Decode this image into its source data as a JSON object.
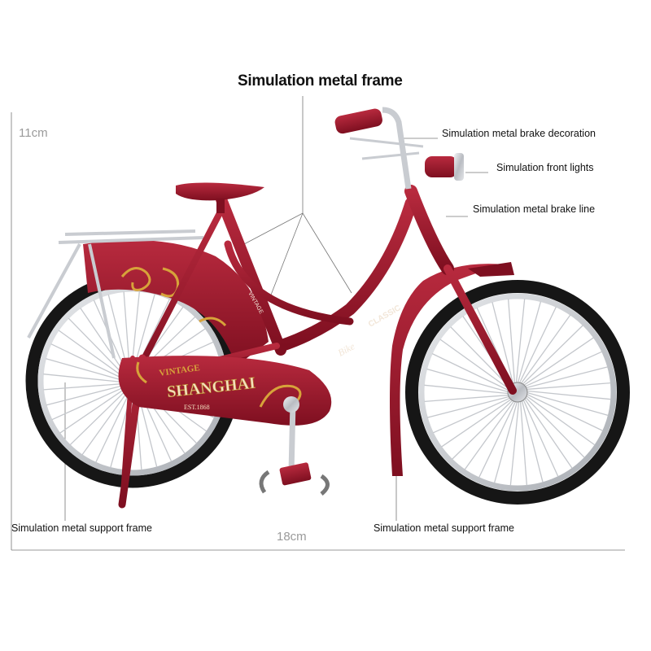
{
  "title": "Simulation metal frame",
  "dimensions": {
    "height": "11cm",
    "length": "18cm"
  },
  "callouts": {
    "brake_decoration": "Simulation metal brake decoration",
    "front_lights": "Simulation front lights",
    "brake_line": "Simulation metal brake line",
    "support_left": "Simulation metal support frame",
    "support_right": "Simulation metal support frame"
  },
  "decals": {
    "chainguard_top": "VINTAGE",
    "chainguard_main": "SHANGHAI",
    "chainguard_est": "EST.1868",
    "downtube_script": "Bike",
    "downtube_badge": "CLASSIC",
    "seattube_text": "VINTAGE"
  },
  "colors": {
    "frame_red": "#8e1426",
    "frame_highlight": "#c23a4c",
    "decal_gold": "#d7a33a",
    "tire_black": "#161616",
    "chrome": "#c9ccd1"
  }
}
